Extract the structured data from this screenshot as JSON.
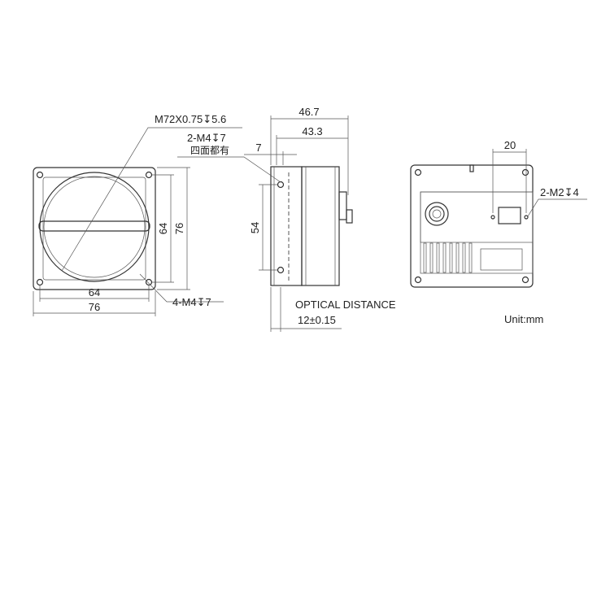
{
  "front_view": {
    "thread_label": "M72X0.75↧5.6",
    "dim_inner_width": "64",
    "dim_outer_width": "76",
    "dim_inner_height": "64",
    "dim_outer_height": "76",
    "holes_label": "4-M4↧7"
  },
  "side_view": {
    "dim_total_length": "46.7",
    "dim_body_length": "43.3",
    "dim_flange": "7",
    "dim_hole_spacing": "54",
    "holes_label": "2-M4↧7",
    "holes_note": "四面都有",
    "optical_label": "OPTICAL DISTANCE",
    "optical_value": "12±0.15"
  },
  "rear_view": {
    "dim_width": "20",
    "holes_label": "2-M2↧4"
  },
  "units": "Unit:mm"
}
